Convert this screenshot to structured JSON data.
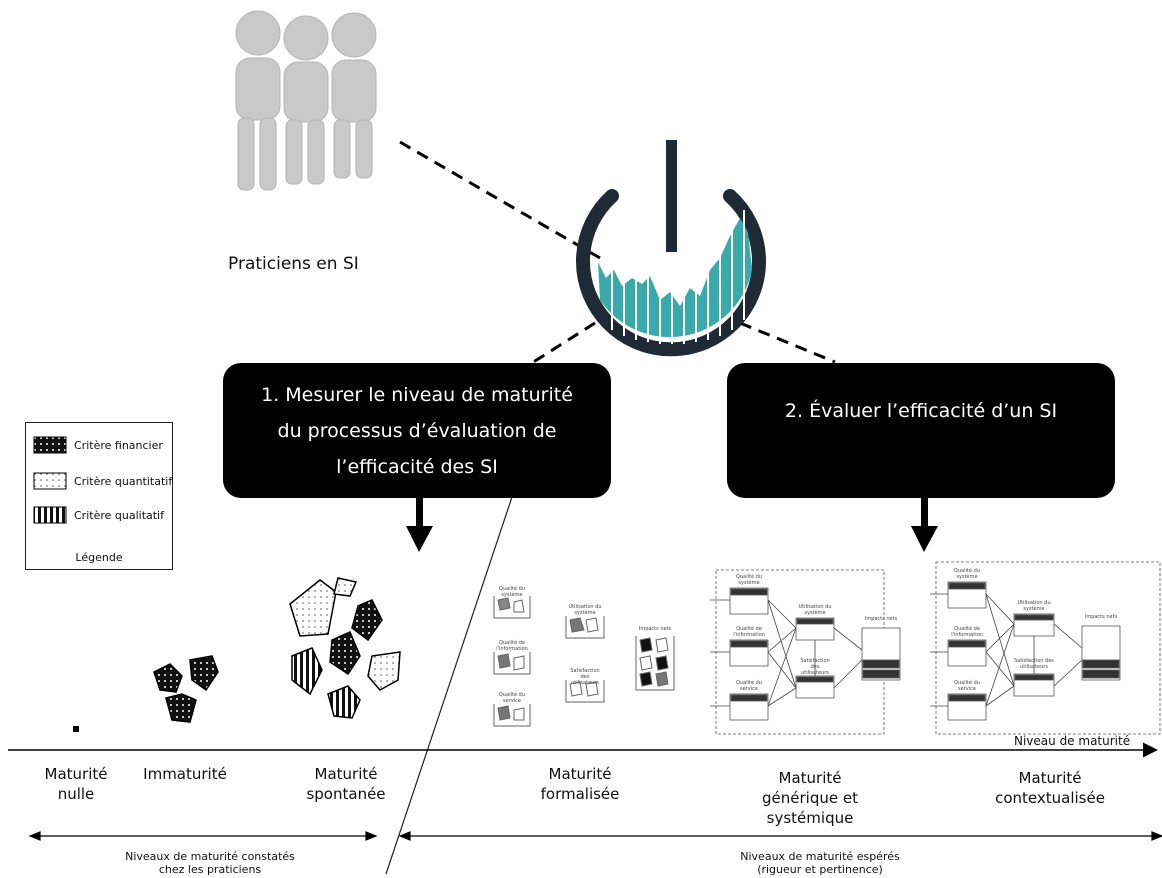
{
  "practitioners_label": "Praticiens en SI",
  "box_measure": [
    "1. Mesurer le niveau de maturité",
    "du processus d’évaluation de",
    "l’efficacité des SI"
  ],
  "box_evaluate": "2. Évaluer l’efficacité d’un SI",
  "legend": {
    "items": [
      "Critère financier",
      "Critère quantitatif",
      "Critère qualitatif"
    ],
    "title": "Légende"
  },
  "axis_label": "Niveau de maturité",
  "levels": [
    [
      "Maturité",
      "nulle"
    ],
    [
      "Immaturité"
    ],
    [
      "Maturité",
      "spontanée"
    ],
    [
      "Maturité",
      "formalisée"
    ],
    [
      "Maturité",
      "générique et",
      "systémique"
    ],
    [
      "Maturité",
      "contextualisée"
    ]
  ],
  "observed_note": [
    "Niveaux de maturité constatés",
    "chez les praticiens"
  ],
  "hoped_note": [
    "Niveaux de maturité espérés",
    "(rigueur et pertinence)"
  ],
  "mini_labels": {
    "system_quality": "Qualité du système",
    "info_quality": "Qualité de l'information",
    "service_quality": "Qualité du service",
    "system_use": "Utilisation du système",
    "user_satisfaction": "Satisfaction des utilisateurs",
    "net_impacts": "Impacts nets"
  },
  "colors": {
    "teal": "#3aa9a9",
    "ring": "#1f2a36",
    "figure": "#c9c9c9"
  }
}
